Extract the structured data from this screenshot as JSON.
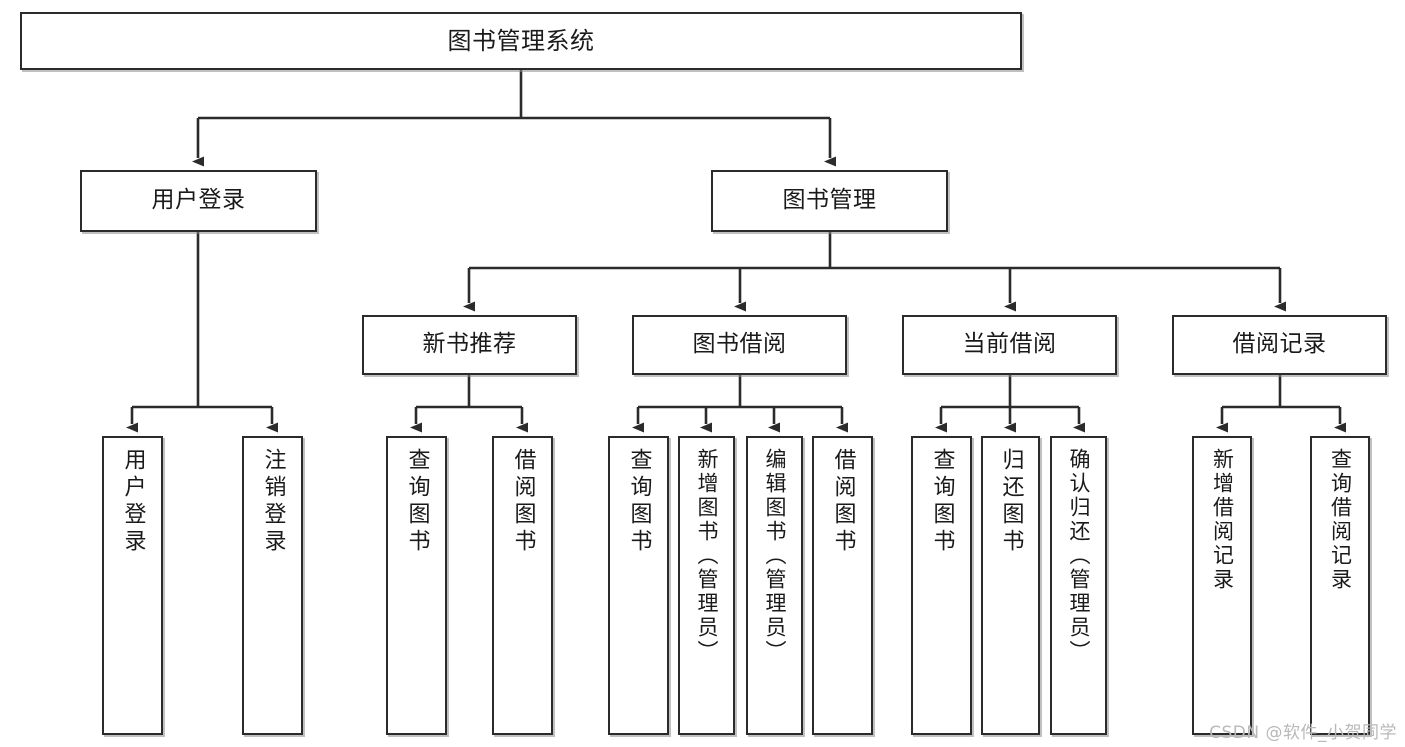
{
  "diagram": {
    "title": "图书管理系统",
    "type": "tree-hierarchy-diagram",
    "watermark": "CSDN @软件_小贺同学",
    "colors": {
      "background": "#ffffff",
      "node_border": "#2b2b2b",
      "node_fill": "#ffffff",
      "edge": "#2b2b2b",
      "text": "#1a1a1a",
      "watermark": "#b9b9b9"
    }
  },
  "nodes": {
    "root": {
      "label": "图书管理系统"
    },
    "level2": [
      {
        "label": "用户登录"
      },
      {
        "label": "图书管理"
      }
    ],
    "level3": [
      {
        "label": "新书推荐"
      },
      {
        "label": "图书借阅"
      },
      {
        "label": "当前借阅"
      },
      {
        "label": "借阅记录"
      }
    ],
    "leaves": {
      "user_login": [
        {
          "label": "用户登录"
        },
        {
          "label": "注销登录"
        }
      ],
      "new_book_recommend": [
        {
          "label": "查询图书"
        },
        {
          "label": "借阅图书"
        }
      ],
      "book_borrow": [
        {
          "label": "查询图书"
        },
        {
          "label": "新增图书（管理员）"
        },
        {
          "label": "编辑图书（管理员）"
        },
        {
          "label": "借阅图书"
        }
      ],
      "current_borrow": [
        {
          "label": "查询图书"
        },
        {
          "label": "归还图书"
        },
        {
          "label": "确认归还（管理员）"
        }
      ],
      "borrow_record": [
        {
          "label": "新增借阅记录"
        },
        {
          "label": "查询借阅记录"
        }
      ]
    }
  }
}
